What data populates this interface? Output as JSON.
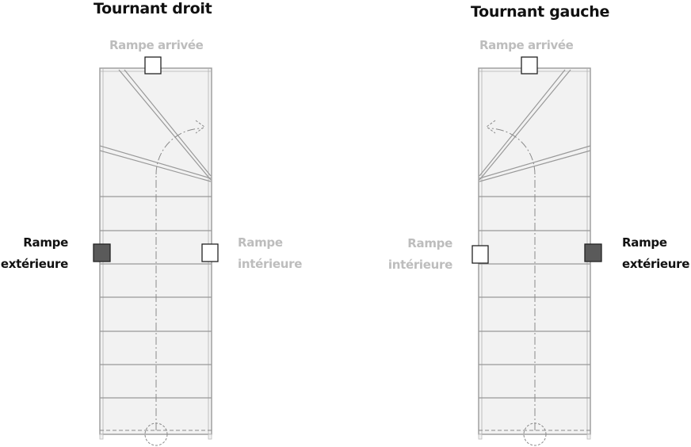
{
  "colors": {
    "outer_marker": "#5a5a5a",
    "label_dark": "#111111",
    "label_light": "#bdbdbd",
    "stair_fill": "#f2f2f2",
    "stair_line": "#999999"
  },
  "diagrams": [
    {
      "title": "Tournant droit",
      "top_label": "Rampe arrivée",
      "outer_label": [
        "Rampe",
        "extérieure"
      ],
      "inner_label": [
        "Rampe",
        "intérieure"
      ]
    },
    {
      "title": "Tournant gauche",
      "top_label": "Rampe arrivée",
      "outer_label": [
        "Rampe",
        "extérieure"
      ],
      "inner_label": [
        "Rampe",
        "intérieure"
      ]
    }
  ]
}
